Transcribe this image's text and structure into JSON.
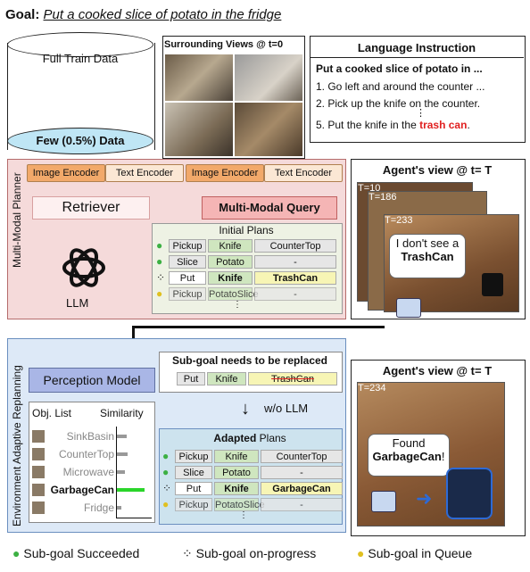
{
  "goal": {
    "label": "Goal:",
    "text": "Put a cooked slice of potato in the fridge"
  },
  "dataset": {
    "full": "Full Train Data",
    "few": "Few (0.5%) Data"
  },
  "surrounding": {
    "title": "Surrounding Views @ t=0"
  },
  "instruction": {
    "title": "Language Instruction",
    "lead": "Put a cooked slice of potato in ...",
    "step1": "1. Go left and around the counter ...",
    "step2": "2. Pick up the knife on the counter.",
    "step3_pre": "5. Put the knife in the ",
    "step3_red": "trash can",
    "step3_post": ".",
    "red_color": "#e02020"
  },
  "planner": {
    "label": "Multi-Modal Planner",
    "image_encoder": "Image Encoder",
    "text_encoder": "Text Encoder",
    "retriever": "Retriever",
    "query": "Multi-Modal Query",
    "llm": "LLM",
    "initial_title": "Initial Plans",
    "initial": [
      [
        "Pickup",
        "Knife",
        "CounterTop"
      ],
      [
        "Slice",
        "Potato",
        "-"
      ],
      [
        "Put",
        "Knife",
        "TrashCan"
      ],
      [
        "Pickup",
        "PotatoSlice",
        "-"
      ]
    ],
    "ellipsis": "⋮"
  },
  "agent1": {
    "title": "Agent's view @ t= T",
    "t1": "T=10",
    "t2": "T=186",
    "t3": "T=233",
    "bubble_pre": "I don't see a ",
    "bubble_bold": "TrashCan"
  },
  "replan": {
    "label": "Environment Adaptive Replanning",
    "perception": "Perception Model",
    "subgoal_title": "Sub-goal needs to be replaced",
    "subgoal": [
      "Put",
      "Knife",
      "TrashCan"
    ],
    "wo_llm": "w/o LLM",
    "obj_list": "Obj. List",
    "similarity": "Similarity",
    "objects": [
      "SinkBasin",
      "CounterTop",
      "Microwave",
      "GarbageCan",
      "Fridge"
    ],
    "sim_values": [
      0.28,
      0.3,
      0.22,
      0.78,
      0.12
    ],
    "adapted_title_bold": "Adapted",
    "adapted_title_rest": " Plans",
    "adapted": [
      [
        "Pickup",
        "Knife",
        "CounterTop"
      ],
      [
        "Slice",
        "Potato",
        "-"
      ],
      [
        "Put",
        "Knife",
        "GarbageCan"
      ],
      [
        "Pickup",
        "PotatoSlice",
        "-"
      ]
    ]
  },
  "agent2": {
    "title": "Agent's view @ t= T",
    "t": "T=234",
    "bubble_pre": "Found",
    "bubble_bold": "GarbageCan",
    "bubble_post": "!"
  },
  "legend": {
    "succeeded": "Sub-goal Succeeded",
    "progress": "Sub-goal on-progress",
    "queue": "Sub-goal in Queue",
    "green": "#3cb043",
    "yellow": "#e0c020"
  }
}
